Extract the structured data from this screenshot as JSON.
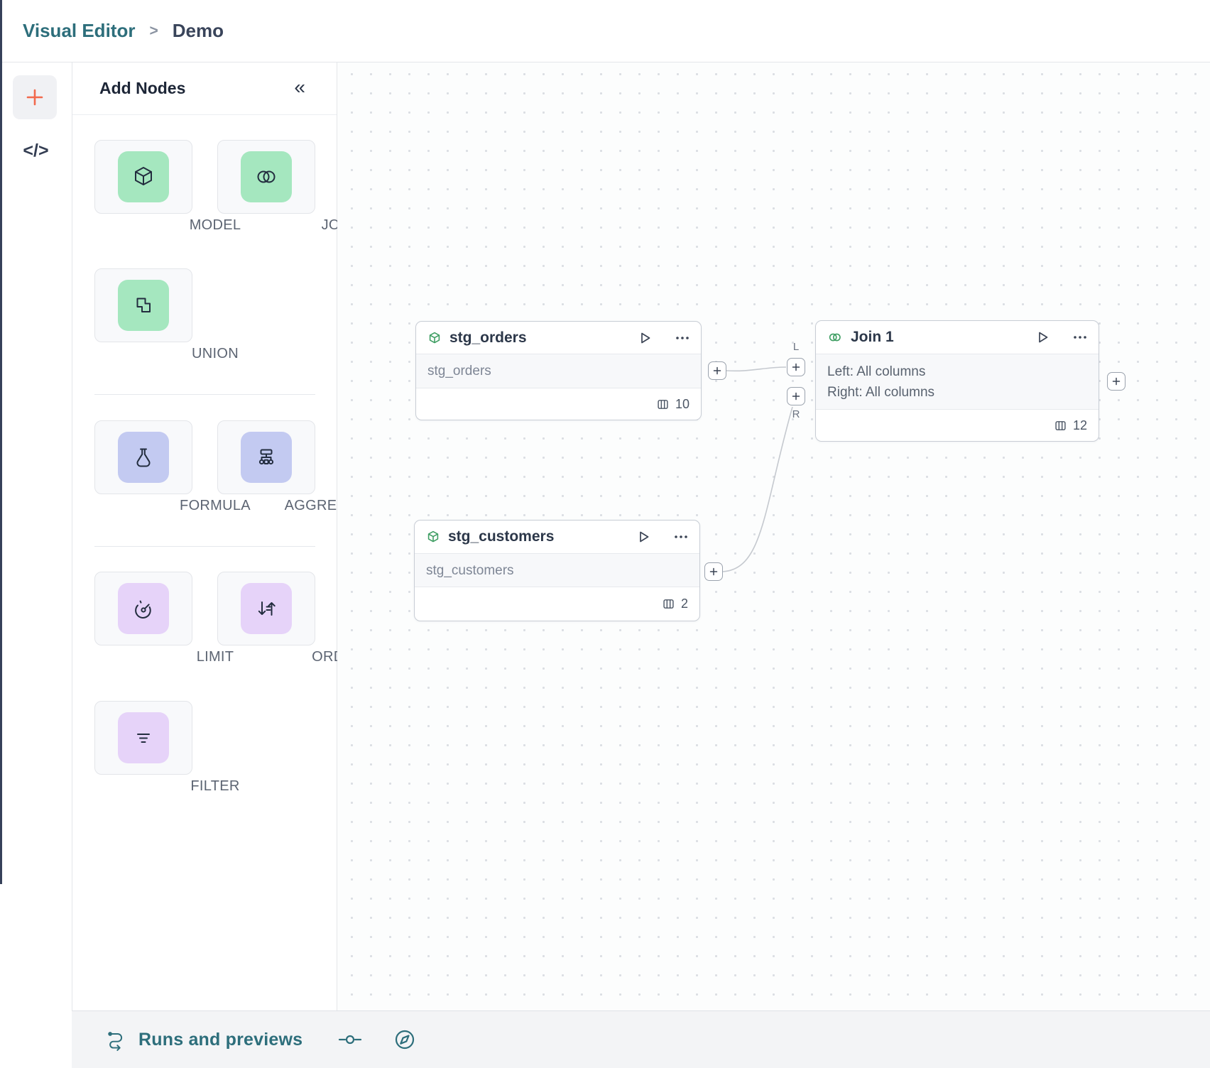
{
  "header": {
    "breadcrumb_root": "Visual Editor",
    "breadcrumb_separator": ">",
    "breadcrumb_current": "Demo"
  },
  "rail": {
    "code_glyph": "</>"
  },
  "palette": {
    "title": "Add Nodes",
    "collapse_glyph": "«",
    "items": [
      {
        "label": "MODEL"
      },
      {
        "label": "JOIN"
      },
      {
        "label": "UNION"
      },
      {
        "label": "FORMULA"
      },
      {
        "label": "AGGREGATION"
      },
      {
        "label": "LIMIT"
      },
      {
        "label": "ORDER"
      },
      {
        "label": "FILTER"
      }
    ]
  },
  "nodes": {
    "stg_orders": {
      "title": "stg_orders",
      "body": "stg_orders",
      "column_count": "10"
    },
    "stg_customers": {
      "title": "stg_customers",
      "body": "stg_customers",
      "column_count": "2"
    },
    "join": {
      "title": "Join 1",
      "body_left": "Left: All columns",
      "body_right": "Right: All columns",
      "column_count": "12",
      "left_port_label": "L",
      "right_port_label": "R"
    }
  },
  "bottom_bar": {
    "runs_label": "Runs and previews"
  },
  "colors": {
    "teal": "#2d6e7b",
    "orange": "#f2694c",
    "green_tile": "#a5e7bf",
    "indigo_tile": "#c3caf1",
    "purple_tile": "#e6d3f9",
    "node_icon_green": "#3f9e63"
  }
}
